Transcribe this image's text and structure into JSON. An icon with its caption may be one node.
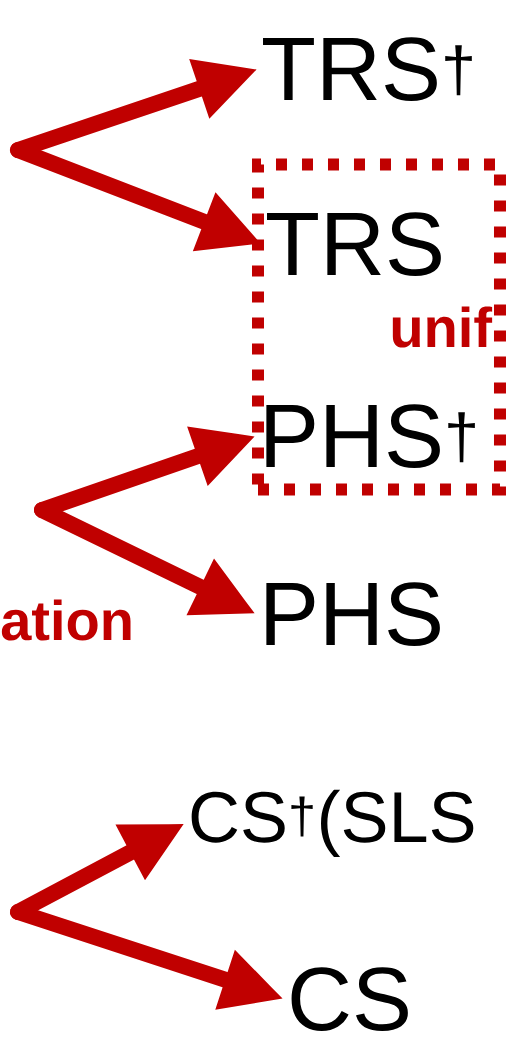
{
  "diagram": {
    "nodes": [
      {
        "text": [
          "TRS$^{†}$"
        ]
      },
      {
        "text": [
          "unif"
        ]
      },
      {
        "text": [
          "TRS"
        ],
        "in": 1
      },
      {
        "text": [
          "PHS$^{†}$"
        ],
        "in": 1
      },
      {
        "text": [
          "PHS"
        ]
      },
      {
        "text": [
          "CS$^{†}$(SLS"
        ]
      },
      {
        "text": [
          "CS"
        ]
      }
    ],
    "edges": [
      {
        "from": null,
        "to": 0,
        "arrow": "to"
      },
      {
        "from": null,
        "to": 2,
        "arrow": "to"
      },
      {
        "from": null,
        "to": 3,
        "arrow": "to"
      },
      {
        "from": null,
        "to": 4,
        "arrow": "to"
      },
      {
        "from": null,
        "to": 5,
        "arrow": "to"
      },
      {
        "from": null,
        "to": 6,
        "arrow": "to"
      }
    ],
    "labels": [
      "ation"
    ]
  }
}
